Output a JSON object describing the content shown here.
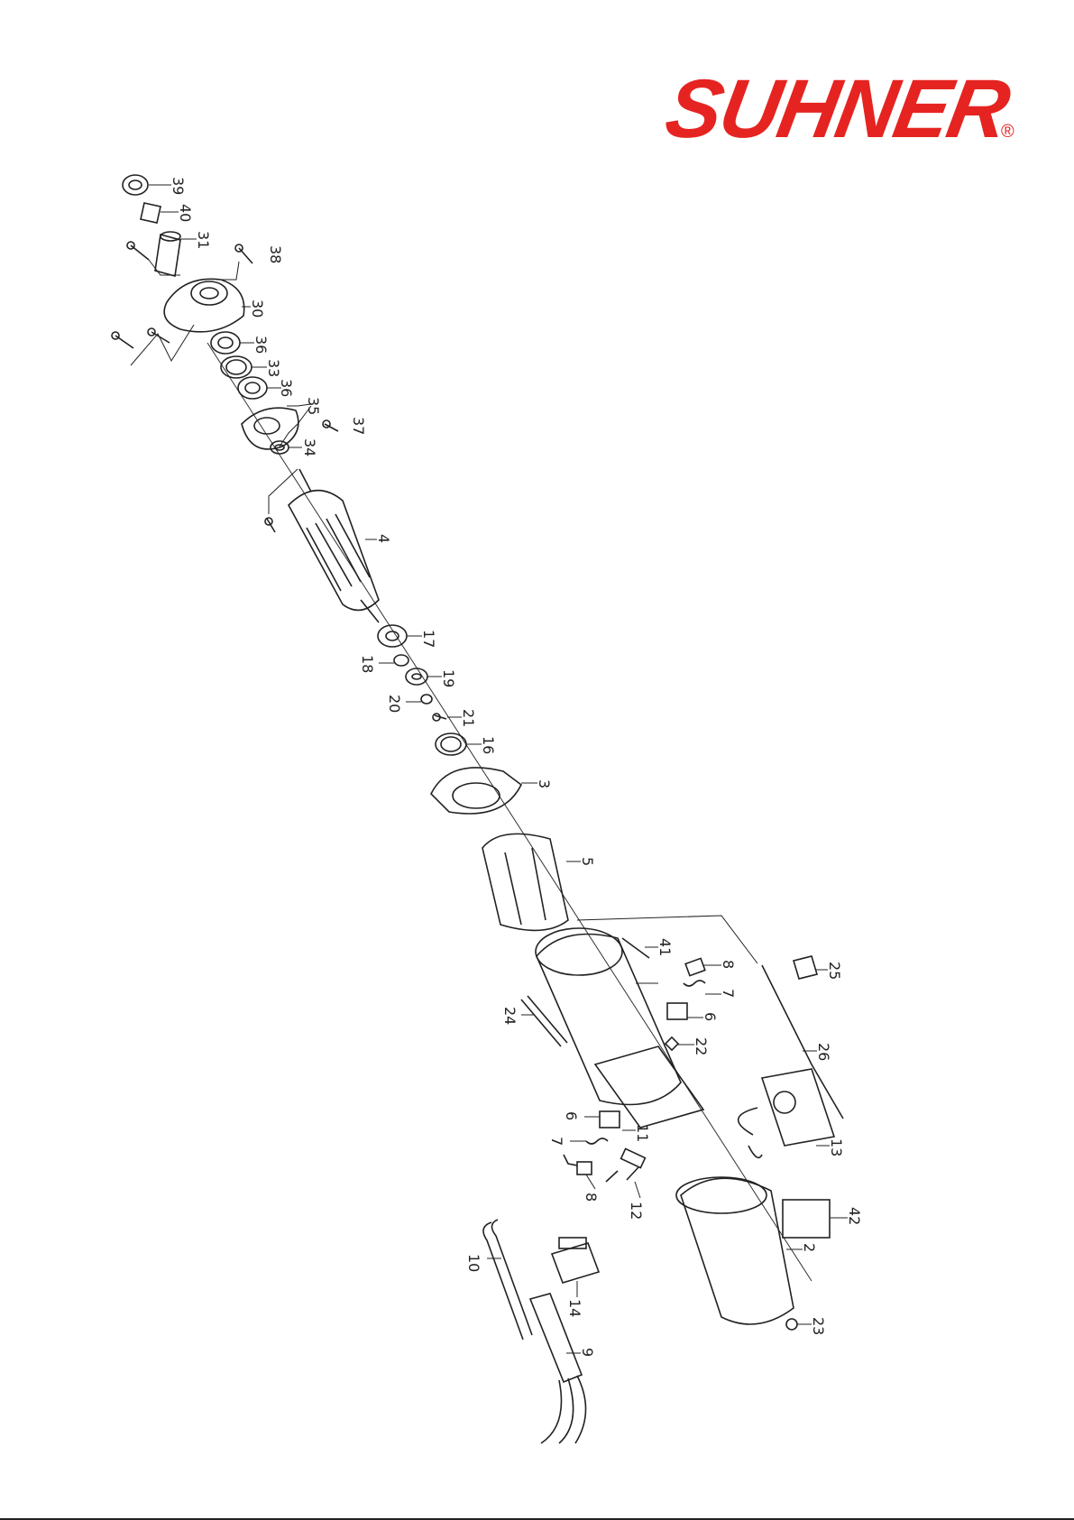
{
  "brand": {
    "name": "SUHNER",
    "registered": "®",
    "color": "#e52421"
  },
  "parts": [
    "39",
    "40",
    "31",
    "38",
    "30",
    "36",
    "33",
    "36",
    "35",
    "37",
    "34",
    "4",
    "17",
    "18",
    "19",
    "20",
    "21",
    "16",
    "3",
    "5",
    "41",
    "8",
    "25",
    "7",
    "6",
    "24",
    "22",
    "26",
    "6",
    "11",
    "7",
    "13",
    "8",
    "12",
    "42",
    "2",
    "10",
    "14",
    "9",
    "23"
  ]
}
